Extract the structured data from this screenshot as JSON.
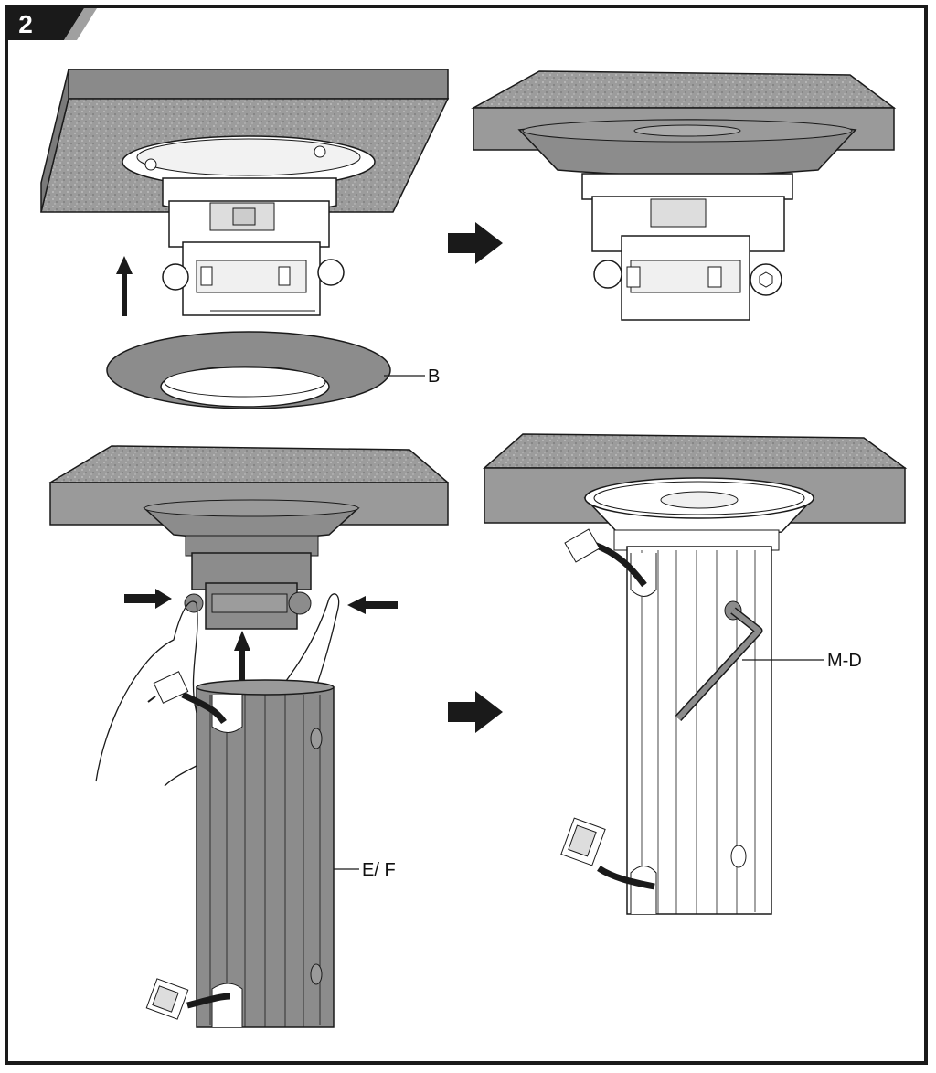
{
  "step_number": "2",
  "labels": {
    "ring": "B",
    "column": "E/ F",
    "hex_key": "M-D"
  },
  "colors": {
    "ceiling": "#9a9a9a",
    "ceiling_side": "#8a8a8a",
    "dark_part": "#8c8c8c",
    "outline": "#1a1a1a",
    "badge": "#1a1a1a",
    "badge_accent": "#a0a0a0"
  },
  "icons": [
    "arrow-up-icon",
    "arrow-right-icon",
    "arrow-left-icon",
    "hand-icon",
    "power-plug-icon",
    "vga-connector-icon",
    "hex-key-icon"
  ]
}
